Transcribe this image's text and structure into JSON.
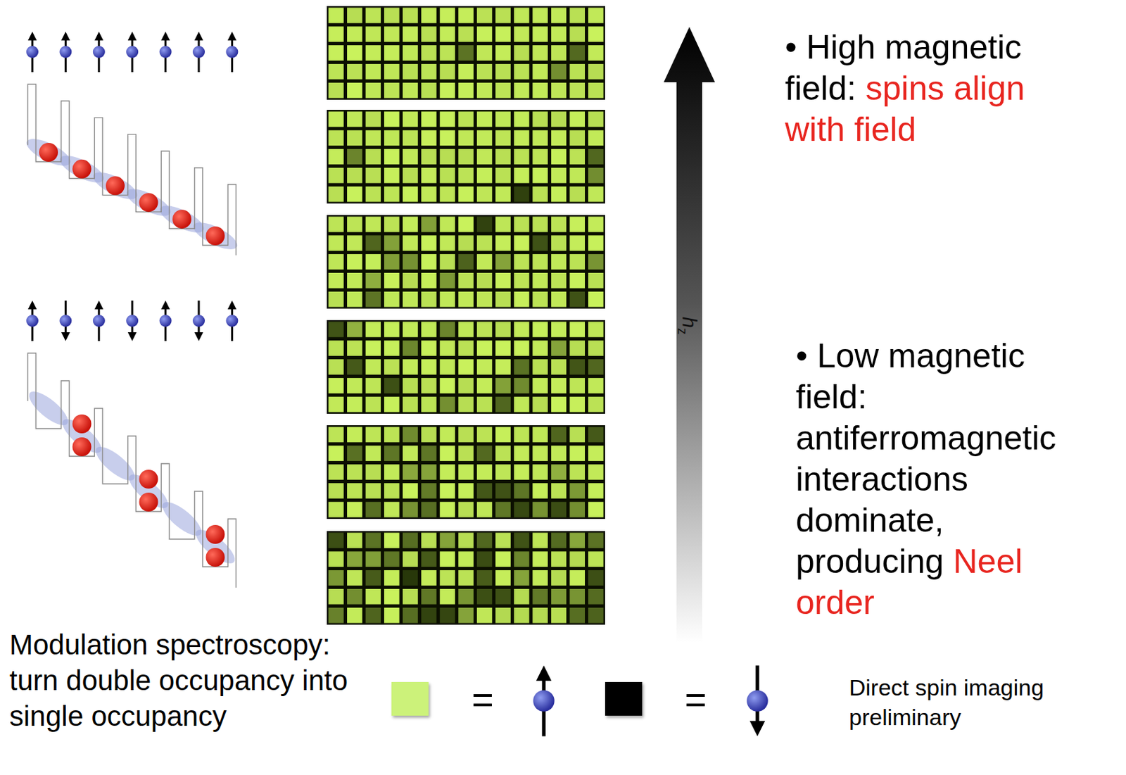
{
  "diagram": {
    "labels": [
      "• High magnetic field:",
      "spins align with field",
      "• Low magnetic field: antiferromagnetic interactions dominate, producing",
      "Neel order",
      "h",
      "z",
      "Modulation spectroscopy: turn double occupancy into single occupancy",
      "Direct spin imaging preliminary"
    ],
    "legend": [
      {
        "text": "=",
        "color": "#ccf27a"
      },
      {
        "text": "=",
        "color": "#000000"
      }
    ]
  }
}
